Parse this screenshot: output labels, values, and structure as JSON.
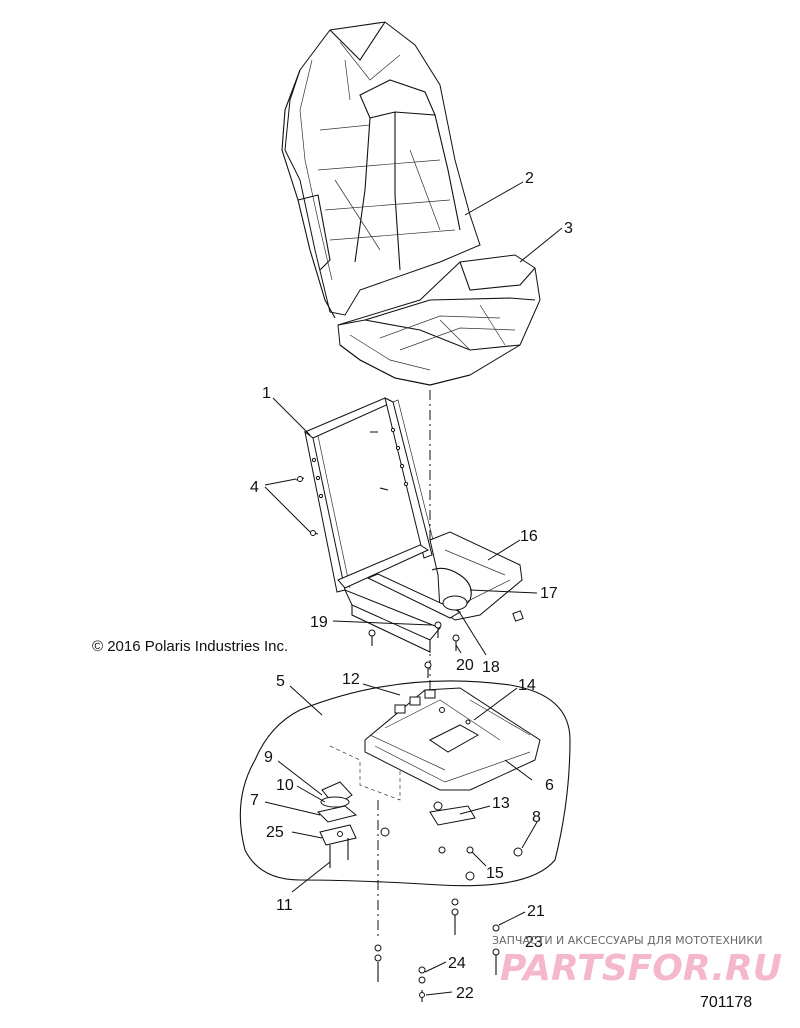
{
  "copyright": "© 2016 Polaris Industries Inc.",
  "figure_number": "701178",
  "watermark": {
    "subtitle": "ЗАПЧАСТИ И АКСЕССУАРЫ ДЛЯ МОТОТЕХНИКИ",
    "logo": "PARTSFOR.RU"
  },
  "callouts": [
    "1",
    "2",
    "3",
    "4",
    "5",
    "6",
    "7",
    "8",
    "9",
    "10",
    "11",
    "12",
    "13",
    "14",
    "15",
    "16",
    "17",
    "18",
    "19",
    "20",
    "21",
    "22",
    "23",
    "24",
    "25"
  ]
}
